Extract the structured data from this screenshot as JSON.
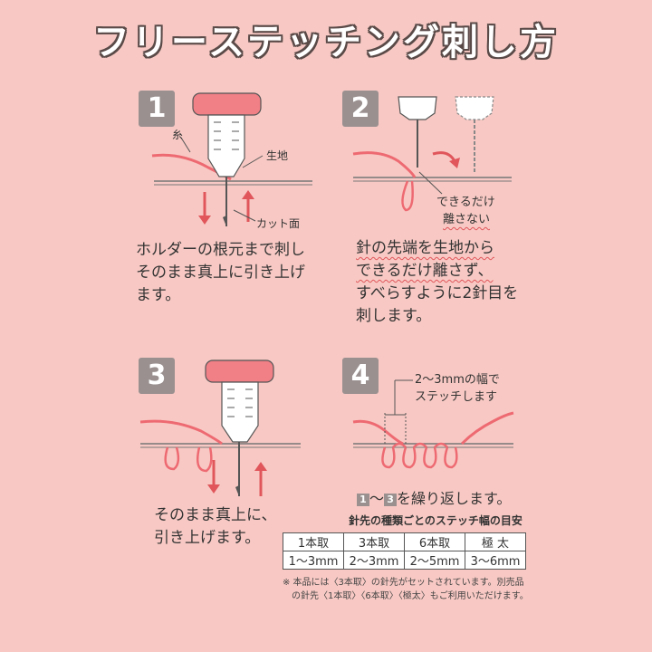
{
  "title": "フリーステッチング刺し方",
  "steps": [
    {
      "num": "1",
      "label_thread": "糸",
      "label_fabric": "生地",
      "label_cut": "カット面",
      "text": [
        "ホルダーの根元まで刺し",
        "そのまま真上に引き上げ",
        "ます。"
      ]
    },
    {
      "num": "2",
      "label_a": "できるだけ",
      "label_b": "離さない",
      "text": [
        "針の先端を生地から",
        "できるだけ離さず、",
        "すべらすように2針目を",
        "刺します。"
      ]
    },
    {
      "num": "3",
      "text": [
        "そのまま真上に、",
        "引き上げます。"
      ]
    },
    {
      "num": "4",
      "label_a": "2〜3mmの幅で",
      "label_b": "ステッチします"
    }
  ],
  "repeat": {
    "from": "1",
    "to": "3",
    "text": "を繰り返します。",
    "tilde": "〜"
  },
  "table": {
    "caption": "針先の種類ごとのステッチ幅の目安",
    "headers": [
      "1本取",
      "3本取",
      "6本取",
      "極 太"
    ],
    "values": [
      "1〜3mm",
      "2〜3mm",
      "2〜5mm",
      "3〜6mm"
    ]
  },
  "note": [
    "※ 本品には〈3本取〉の針先がセットされています。別売品",
    "の針先〈1本取〉〈6本取〉〈極太〉もご利用いただけます。"
  ],
  "colors": {
    "background": "#f8c9c4",
    "accent": "#e0565b",
    "handle": "#f08080",
    "badge": "#9a9090"
  }
}
